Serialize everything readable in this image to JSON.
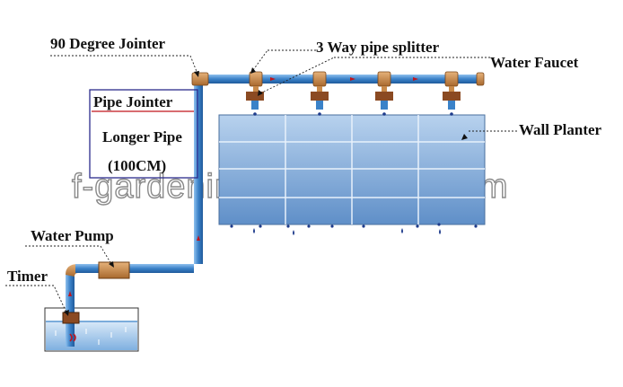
{
  "labels": {
    "ninety_degree_jointer": "90 Degree Jointer",
    "three_way_splitter": "3 Way pipe splitter",
    "water_faucet": "Water Faucet",
    "pipe_jointer": "Pipe Jointer",
    "longer_pipe": "Longer Pipe",
    "longer_pipe_length": "(100CM)",
    "wall_planter": "Wall Planter",
    "water_pump": "Water Pump",
    "timer": "Timer"
  },
  "watermark": "f-gardening.en.alibaba.com",
  "colors": {
    "pipe_blue": "#3b82c8",
    "fitting_tan": "#c98a4a",
    "device_brown": "#8b4a22",
    "planter_blue": "#7ba7d8",
    "label_red": "#c0141c",
    "water_drop": "#1f3c8c"
  }
}
